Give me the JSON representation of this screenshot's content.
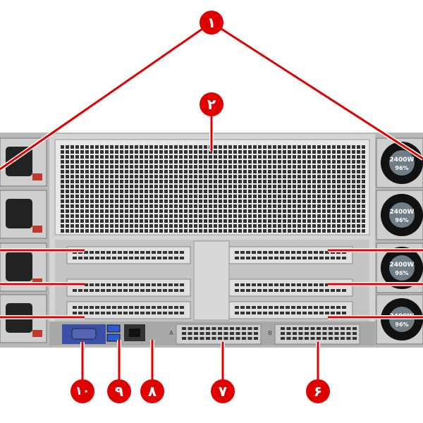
{
  "callouts": {
    "c1": "۱",
    "c2": "۲",
    "c6": "۶",
    "c7": "۷",
    "c8": "۸",
    "c9": "۹",
    "c10": "۱۰"
  },
  "psu": {
    "wattage": "2400W",
    "efficiency": "96%"
  },
  "bays": {
    "a": "A",
    "b": "B"
  },
  "colors": {
    "callout": "#e00000",
    "chassis": "#c9c9c9",
    "vga": "#3b4fa8",
    "usb": "#2a5bd7"
  }
}
